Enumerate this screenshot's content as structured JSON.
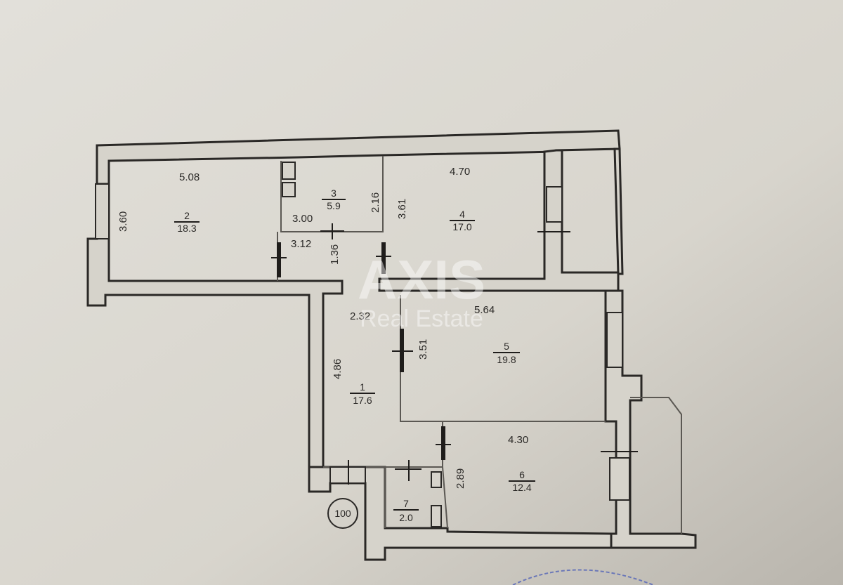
{
  "rooms": [
    {
      "number": "1",
      "area": "17.6"
    },
    {
      "number": "2",
      "area": "18.3"
    },
    {
      "number": "3",
      "area": "5.9"
    },
    {
      "number": "4",
      "area": "17.0"
    },
    {
      "number": "5",
      "area": "19.8"
    },
    {
      "number": "6",
      "area": "12.4"
    },
    {
      "number": "7",
      "area": "2.0"
    }
  ],
  "dimensions": {
    "room2_width": "5.08",
    "room2_depth": "3.60",
    "room3_width": "3.00",
    "room3_depth": "2.16",
    "corridor_width": "3.12",
    "corridor_depth": "1.36",
    "room4_width": "4.70",
    "room4_depth": "3.61",
    "room1_width": "2.32",
    "room1_depth": "4.86",
    "room5_width": "5.64",
    "room5_depth": "3.51",
    "room6_width": "4.30",
    "room6_depth": "2.89"
  },
  "apartment_marker": "100",
  "watermark": {
    "brand": "AXIS",
    "tagline": "Real Estate"
  }
}
